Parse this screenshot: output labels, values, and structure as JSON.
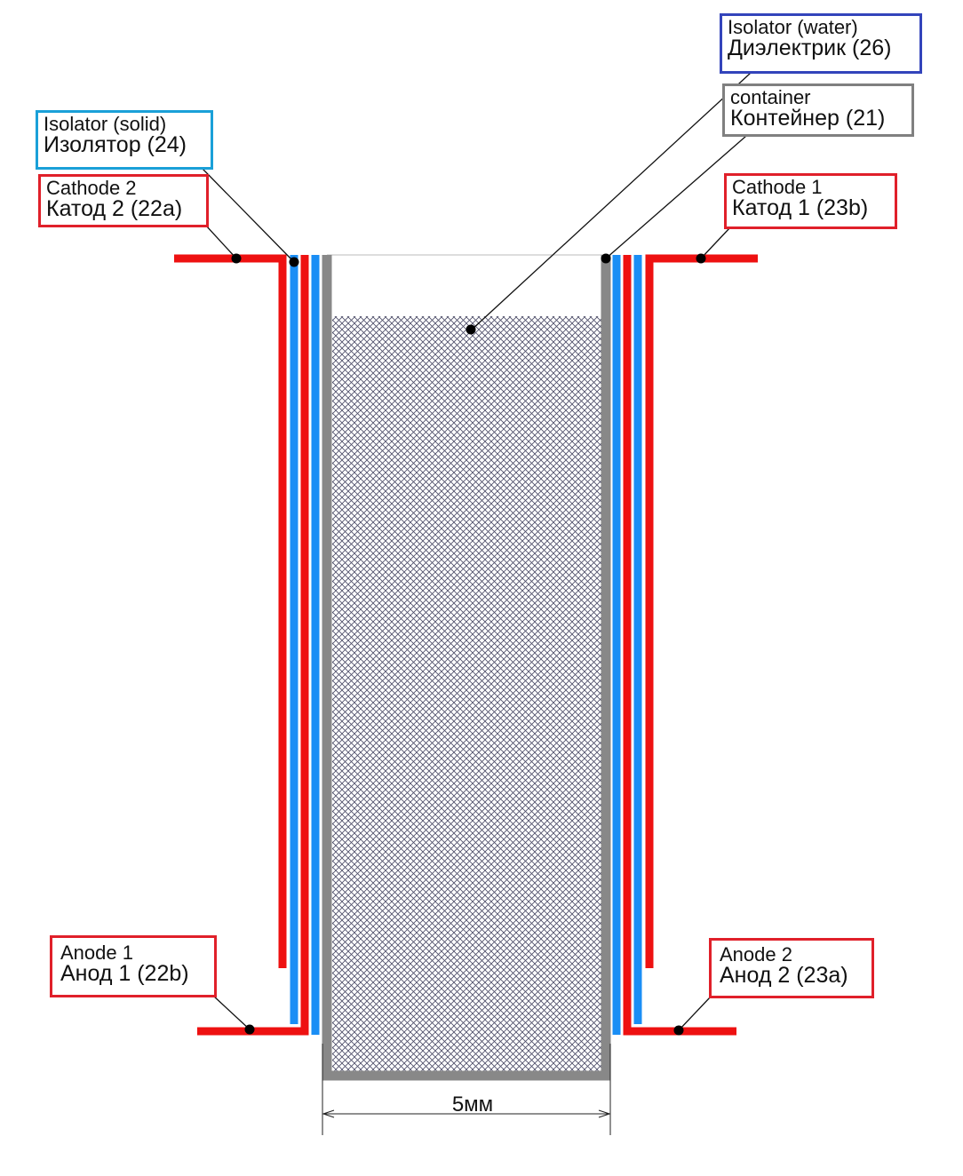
{
  "labels": {
    "isolator_water": {
      "en": "Isolator (water)",
      "ru": "Диэлектрик (26)"
    },
    "container": {
      "en": "container",
      "ru": "Контейнер (21)"
    },
    "isolator_solid": {
      "en": "Isolator (solid)",
      "ru": "Изолятор (24)"
    },
    "cathode_2": {
      "en": "Cathode 2",
      "ru": "Катод 2 (22a)"
    },
    "cathode_1": {
      "en": "Cathode 1",
      "ru": "Катод 1 (23b)"
    },
    "anode_1": {
      "en": "Anode 1",
      "ru": "Анод 1 (22b)"
    },
    "anode_2": {
      "en": "Anode 2",
      "ru": "Анод 2 (23a)"
    }
  },
  "dimension": {
    "width_label": "5мм"
  },
  "colors": {
    "electrode": "#ee1111",
    "isolator_solid": "#1a8ef5",
    "container": "#888888",
    "isolator_water_box": "#3344bb",
    "isolator_solid_box": "#1aa0d8",
    "container_box": "#808080",
    "electrode_box": "#e0202a"
  }
}
